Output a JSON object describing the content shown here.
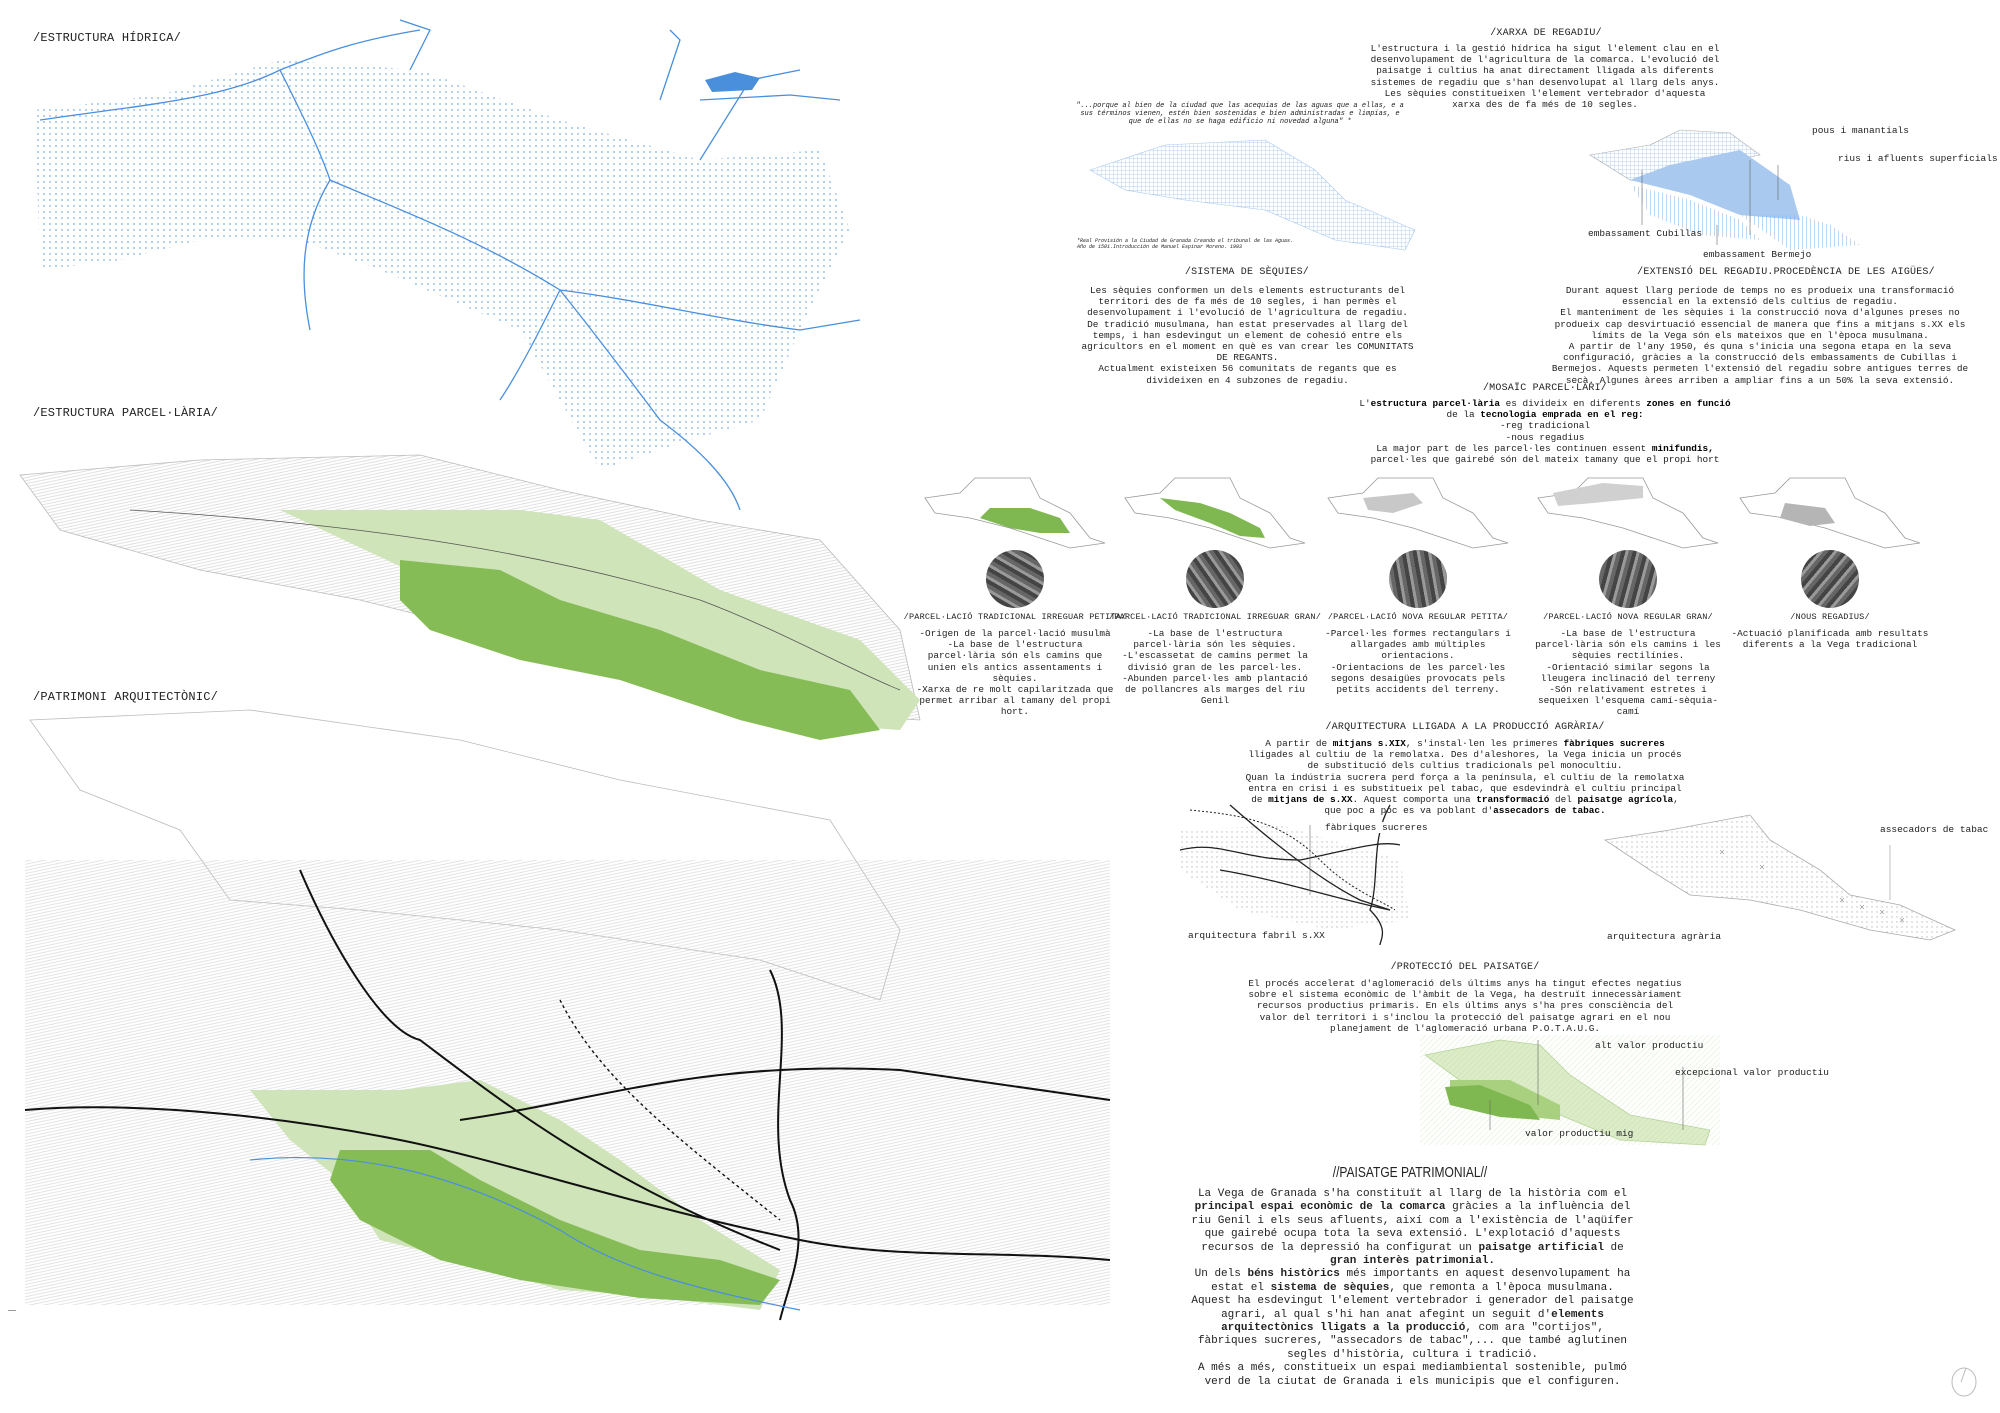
{
  "left": {
    "hidrica_title": "/ESTRUCTURA HÍDRICA/",
    "parcel_title": "/ESTRUCTURA PARCEL·LÀRIA/",
    "patrimoni_title": "/PATRIMONI ARQUITECTÒNIC/"
  },
  "xarxa": {
    "title": "/XARXA DE REGADIU/",
    "text": [
      [
        {
          "t": "L'estructura i la gestió hídrica ha sigut l'element clau en el desenvolupament de l'agricultura de la comarca. L'evolució del paisatge i cultius ha anat directament lligada als diferents sistemes de regadiu que s'han desenvolupat al llarg dels anys. Les sèquies constitueixen l'element vertebrador d'aquesta xarxa des de fa més de 10 segles."
        }
      ]
    ],
    "quote": "\"...porque al bien de la ciudad que las acequias de las aguas que a ellas, e a sus términos vienen, estén bien sostenidas e bien administradas e limpias, e que de ellas no se haga edificio ni novedad alguna\" *",
    "source": "*Real Provisión a la Ciudad de Granada Creando el tribunal de las Aguas. Año de 1501.Introducción de Manuel Espinar Moreno. 1993",
    "labels": {
      "pous": "pous i manantials",
      "rius": "rius i afluents superficials",
      "cubillas": "embassament Cubillas",
      "bermejo": "embassament Bermejo"
    }
  },
  "sequies": {
    "title": "/SISTEMA DE SÈQUIES/",
    "text": [
      [
        {
          "t": "Les sèquies conformen un dels elements estructurants del territori des de fa més de 10 segles, i han permès el desenvolupament i l'evolució de l'agricultura de regadiu."
        }
      ],
      [
        {
          "t": "De tradició musulmana, han estat preservades al llarg del temps, i han esdevingut un element de cohesió entre els agricultors en el moment en què es van crear les COMUNITATS DE REGANTS."
        }
      ],
      [
        {
          "t": "Actualment existeixen 56 comunitats de regants que es divideixen en 4 subzones de regadiu."
        }
      ]
    ]
  },
  "extensio": {
    "title": "/EXTENSIÓ DEL REGADIU.PROCEDÈNCIA DE LES AIGÜES/",
    "text": [
      [
        {
          "t": "Durant aquest llarg període de temps no es produeix una transformació essencial en la extensió dels cultius de regadiu."
        }
      ],
      [
        {
          "t": "El manteniment de les sèquies i la construcció nova d'algunes preses no produeix cap desvirtuació essencial de manera que fins a mitjans s.XX els límits de la Vega són els mateixos que en l'època musulmana."
        }
      ],
      [
        {
          "t": "A partir de l'any 1950, és quna s'inicia una segona etapa en la seva configuració, gràcies a la construcció dels embassaments de Cubillas i Bermejos. Aquests permeten l'extensió del regadiu sobre antigues terres de secà. Algunes àrees arriben a ampliar fins a un 50% la seva extensió."
        }
      ]
    ]
  },
  "mosaic": {
    "title": "/MOSAÏC PARCEL·LARI/",
    "text": [
      [
        {
          "t": "L'"
        },
        {
          "t": "estructura parcel·lària",
          "b": true
        },
        {
          "t": " es divideix en diferents "
        },
        {
          "t": "zones en funció",
          "b": true
        }
      ],
      [
        {
          "t": "de la "
        },
        {
          "t": "tecnologia emprada en el reg:",
          "b": true
        }
      ],
      [
        {
          "t": "-reg tradicional"
        }
      ],
      [
        {
          "t": "-nous regadius"
        }
      ],
      [
        {
          "t": "La major part de les parcel·les continuen essent "
        },
        {
          "t": "minifundis,",
          "b": true
        }
      ],
      [
        {
          "t": "parcel·les que gairebé són del mateix tamany que el propi hort"
        }
      ]
    ],
    "types": [
      {
        "title": "/PARCEL·LACIÓ TRADICIONAL IRREGUAR PETITA/",
        "text": "-Origen de la parcel·lació musulmà\n-La base de l'estructura parcel·lària són els camins que unien els antics assentaments i sèquies.\n-Xarxa de re molt capilaritzada que permet arribar al tamany del propi hort.",
        "fill": "#7fb850"
      },
      {
        "title": "/PARCEL·LACIÓ TRADICIONAL IRREGUAR GRAN/",
        "text": "-La base de l'estructura parcel·lària són les sèquies.\n-L'escassetat de camins permet la divisió gran de les parcel·les.\n-Abunden parcel·les amb plantació de pollancres als marges del riu Genil",
        "fill": "#7fb850"
      },
      {
        "title": "/PARCEL·LACIÓ NOVA REGULAR PETITA/",
        "text": "-Parcel·les formes rectangulars i allargades amb múltiples orientacions.\n-Orientacions de les parcel·les segons desaigües provocats pels petits accidents del terreny.",
        "fill": "#c8c8c8"
      },
      {
        "title": "/PARCEL·LACIÓ NOVA REGULAR GRAN/",
        "text": "-La base de l'estructura parcel·lària són els camins i les sèquies rectilínies.\n-Orientació similar segons la lleugera inclinació del terreny\n-Són relativament estretes i sequeixen l'esquema camí-sèquia-camí",
        "fill": "#d0d0d0"
      },
      {
        "title": "/NOUS REGADIUS/",
        "text": "-Actuació planificada amb resultats diferents a la Vega tradicional",
        "fill": "#b5b5b5"
      }
    ]
  },
  "arquitectura": {
    "title": "/ARQUITECTURA LLIGADA A LA PRODUCCIÓ AGRÀRIA/",
    "text": [
      [
        {
          "t": "A partir de "
        },
        {
          "t": "mitjans s.XIX",
          "b": true
        },
        {
          "t": ", s'instal·len les primeres "
        },
        {
          "t": "fàbriques sucreres",
          "b": true
        },
        {
          "t": " lligades al cultiu de la remolatxa. Des d'aleshores, la Vega inicia un procés de substitució dels cultius tradicionals pel monocultiu."
        }
      ],
      [
        {
          "t": "Quan la indústria sucrera perd força a la península, el cultiu de la remolatxa entra en crisi i es substitueix pel tabac, que esdevindrà el cultiu principal de "
        },
        {
          "t": "mitjans de s.XX",
          "b": true
        },
        {
          "t": ". Aquest comporta una "
        },
        {
          "t": "transformació",
          "b": true
        },
        {
          "t": " del "
        },
        {
          "t": "paisatge agrícola",
          "b": true
        },
        {
          "t": ", que poc a poc es va poblant d'"
        },
        {
          "t": "assecadors de tabac.",
          "b": true
        }
      ]
    ],
    "labels": {
      "fabriques": "fàbriques sucreres",
      "fabril": "arquitectura fabril s.XX",
      "assecadors": "assecadors de tabac",
      "agraria": "arquitectura agrària"
    }
  },
  "proteccio": {
    "title": "/PROTECCIÓ DEL PAISATGE/",
    "text": [
      [
        {
          "t": "El procés accelerat d'aglomeració dels últims anys ha tingut efectes negatius sobre el sistema econòmic de l'àmbit de la Vega, ha destruït innecessàriament recursos productius primaris. En els últims anys s'ha pres consciència del valor del territori i s'inclou la protecció del paisatge agrari en el nou planejament de l'aglomeració urbana P.O.T.A.U.G."
        }
      ]
    ],
    "labels": {
      "alt": "alt valor productiu",
      "excepcional": "excepcional valor productiu",
      "mig": "valor productiu mig"
    }
  },
  "paisatge": {
    "title": "//PAISATGE PATRIMONIAL//",
    "text": [
      [
        {
          "t": "La Vega de Granada s'ha constituït al llarg de la història com el "
        },
        {
          "t": "principal espai econòmic de la comarca",
          "b": true
        },
        {
          "t": " gràcies a la influència del riu Genil i els seus afluents, així com a l'existència de l'aqüífer que gairebé ocupa tota la seva extensió. L'explotació d'aquests recursos de la depressió ha configurat un "
        },
        {
          "t": "paisatge artificial",
          "b": true
        },
        {
          "t": " de "
        },
        {
          "t": "gran interès patrimonial.",
          "b": true
        }
      ],
      [
        {
          "t": "Un dels "
        },
        {
          "t": "béns històrics",
          "b": true
        },
        {
          "t": " més importants en aquest desenvolupament ha estat el "
        },
        {
          "t": "sistema de sèquies",
          "b": true
        },
        {
          "t": ", que remonta a l'època musulmana. Aquest ha esdevingut l'element vertebrador i generador del paisatge agrari, al qual s'hi han anat afegint un seguit d'"
        },
        {
          "t": "elements arquitectònics lligats a la producció",
          "b": true
        },
        {
          "t": ", com ara \"cortijos\", fàbriques sucreres, \"assecadors de tabac\",... que també aglutinen segles d'història, cultura i tradició."
        }
      ],
      [
        {
          "t": "A més a més, constitueix un espai mediambiental sostenible, pulmó verd de la ciutat de Granada i els municipis que el configuren."
        }
      ]
    ]
  },
  "colors": {
    "water": "#4a8fdc",
    "green_dark": "#7fb850",
    "green_light": "#cde3b5"
  }
}
